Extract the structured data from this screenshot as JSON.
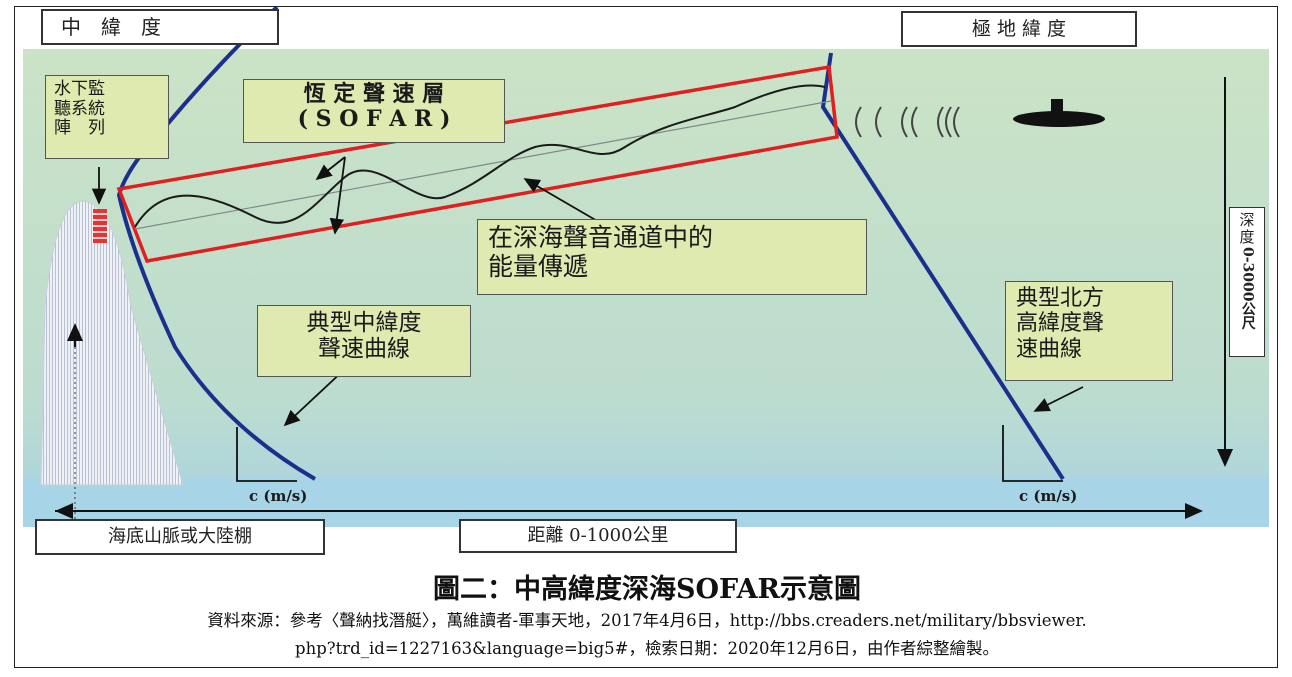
{
  "labels": {
    "mid_latitude": "中　緯　度",
    "polar_latitude": "極 地 緯 度",
    "hydrophone_array": [
      "水下監",
      "聽系統",
      "陣　列"
    ],
    "sofar_layer": [
      "恆 定 聲 速 層",
      "( S O F A R )"
    ],
    "energy_transfer": [
      "在深海聲音通道中的",
      "能量傳遞"
    ],
    "mid_profile": [
      "典型中緯度",
      "聲速曲線"
    ],
    "north_profile": [
      "典型北方",
      "高緯度聲",
      "速曲線"
    ],
    "depth_axis": [
      "深",
      "度",
      "0-3000公尺"
    ],
    "velocity_left": "c (m/s)",
    "velocity_right": "c (m/s)",
    "seamount": "海底山脈或大陸棚",
    "distance": "距離 0-1000公里"
  },
  "caption": {
    "title": "圖二：中高緯度深海SOFAR示意圖",
    "source_line1": "資料來源：參考〈聲納找潛艇〉，萬維讀者-軍事天地，2017年4月6日，http://bbs.creaders.net/military/bbsviewer.",
    "source_line2": "php?trd_id=1227163&language=big5#，檢索日期：2020年12月6日，由作者綜整繪製。"
  },
  "colors": {
    "sea": "#c5dfc8",
    "sound_speed_curve": "#1b2f8c",
    "sofar_box": "#e02020",
    "note_fill": "#dfeab0"
  },
  "icons": [
    "submarine-icon",
    "sound-wave-icon",
    "hydrophone-array-icon"
  ]
}
